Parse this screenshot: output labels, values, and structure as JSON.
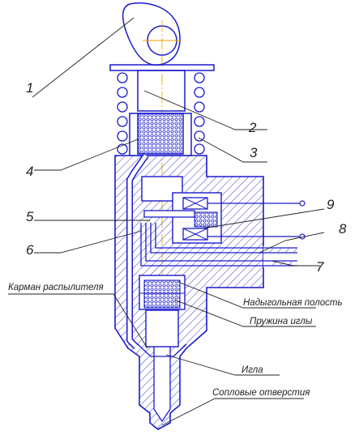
{
  "callouts": {
    "n1": "1",
    "n2": "2",
    "n3": "3",
    "n4": "4",
    "n5": "5",
    "n6": "6",
    "n7": "7",
    "n8": "8",
    "n9": "9"
  },
  "labels": {
    "spray_pocket": "Карман распылителя",
    "above_needle_cavity": "Надыгольная полость",
    "needle_spring": "Пружина иглы",
    "needle": "Игла",
    "nozzle_holes": "Сопловые отверстия"
  },
  "colors": {
    "body": "#1a1acc",
    "hatch": "#1a1acc",
    "leader": "#222222",
    "axis": "#e8a000"
  }
}
